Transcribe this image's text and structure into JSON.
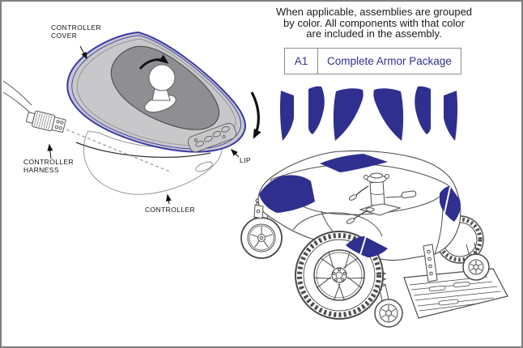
{
  "note": {
    "lines": [
      "When applicable, assemblies are grouped",
      "by color. All components with that color",
      "are included in the assembly."
    ]
  },
  "assembly_table": {
    "code": "A1",
    "name": "Complete Armor Package"
  },
  "callouts": {
    "controller_cover_line1": "CONTROLLER",
    "controller_cover_line2": "COVER",
    "controller_harness_line1": "CONTROLLER",
    "controller_harness_line2": "HARNESS",
    "controller": "CONTROLLER",
    "lip": "LIP"
  },
  "colors": {
    "armor_blue": "#2F2F8F",
    "cover_outline_blue": "#3939A8",
    "table_text_blue": "#2E3192",
    "cover_gray": "#C8C8CB",
    "opening_gray": "#8F8F93",
    "line_gray": "#4A4A4A",
    "frame_gray": "#7F7F7F"
  }
}
